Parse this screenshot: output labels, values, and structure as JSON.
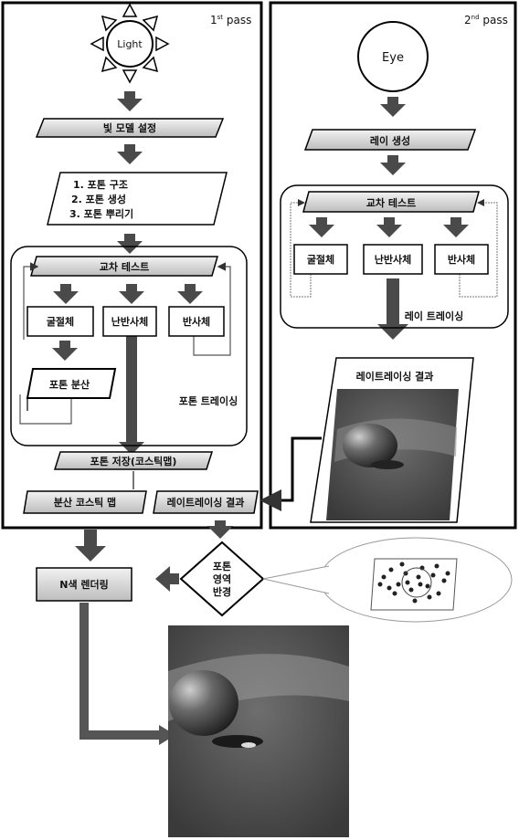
{
  "pass1": {
    "label": "1",
    "sup": "st",
    "rest": " pass"
  },
  "pass2": {
    "label": "2",
    "sup": "nd",
    "rest": " pass"
  },
  "light": "Light",
  "eye": "Eye",
  "light_model": "빛 모델 설정",
  "photon_steps": [
    "1. 포톤 구조",
    "2. 포톤 생성",
    "3. 포톤 뿌리기"
  ],
  "intersect_test_1": "교차 테스트",
  "refractor_1": "굴절체",
  "diffuse_1": "난반사체",
  "reflector_1": "반사체",
  "photon_scatter": "포톤 분산",
  "photon_tracing": "포톤 트레이싱",
  "photon_store": "포톤 저장(코스틱맵)",
  "caustic_map": "분산 코스틱 맵",
  "raytrace_result_1": "레이트레이싱 결과",
  "ray_gen": "레이 생성",
  "intersect_test_2": "교차 테스트",
  "refractor_2": "굴절체",
  "diffuse_2": "난반사체",
  "reflector_2": "반사체",
  "ray_tracing": "레이 트레이싱",
  "raytrace_result_2": "레이트레이싱 결과",
  "photon_region": [
    "포톤",
    "영역",
    "반경"
  ],
  "final_render": "N색 렌더링"
}
